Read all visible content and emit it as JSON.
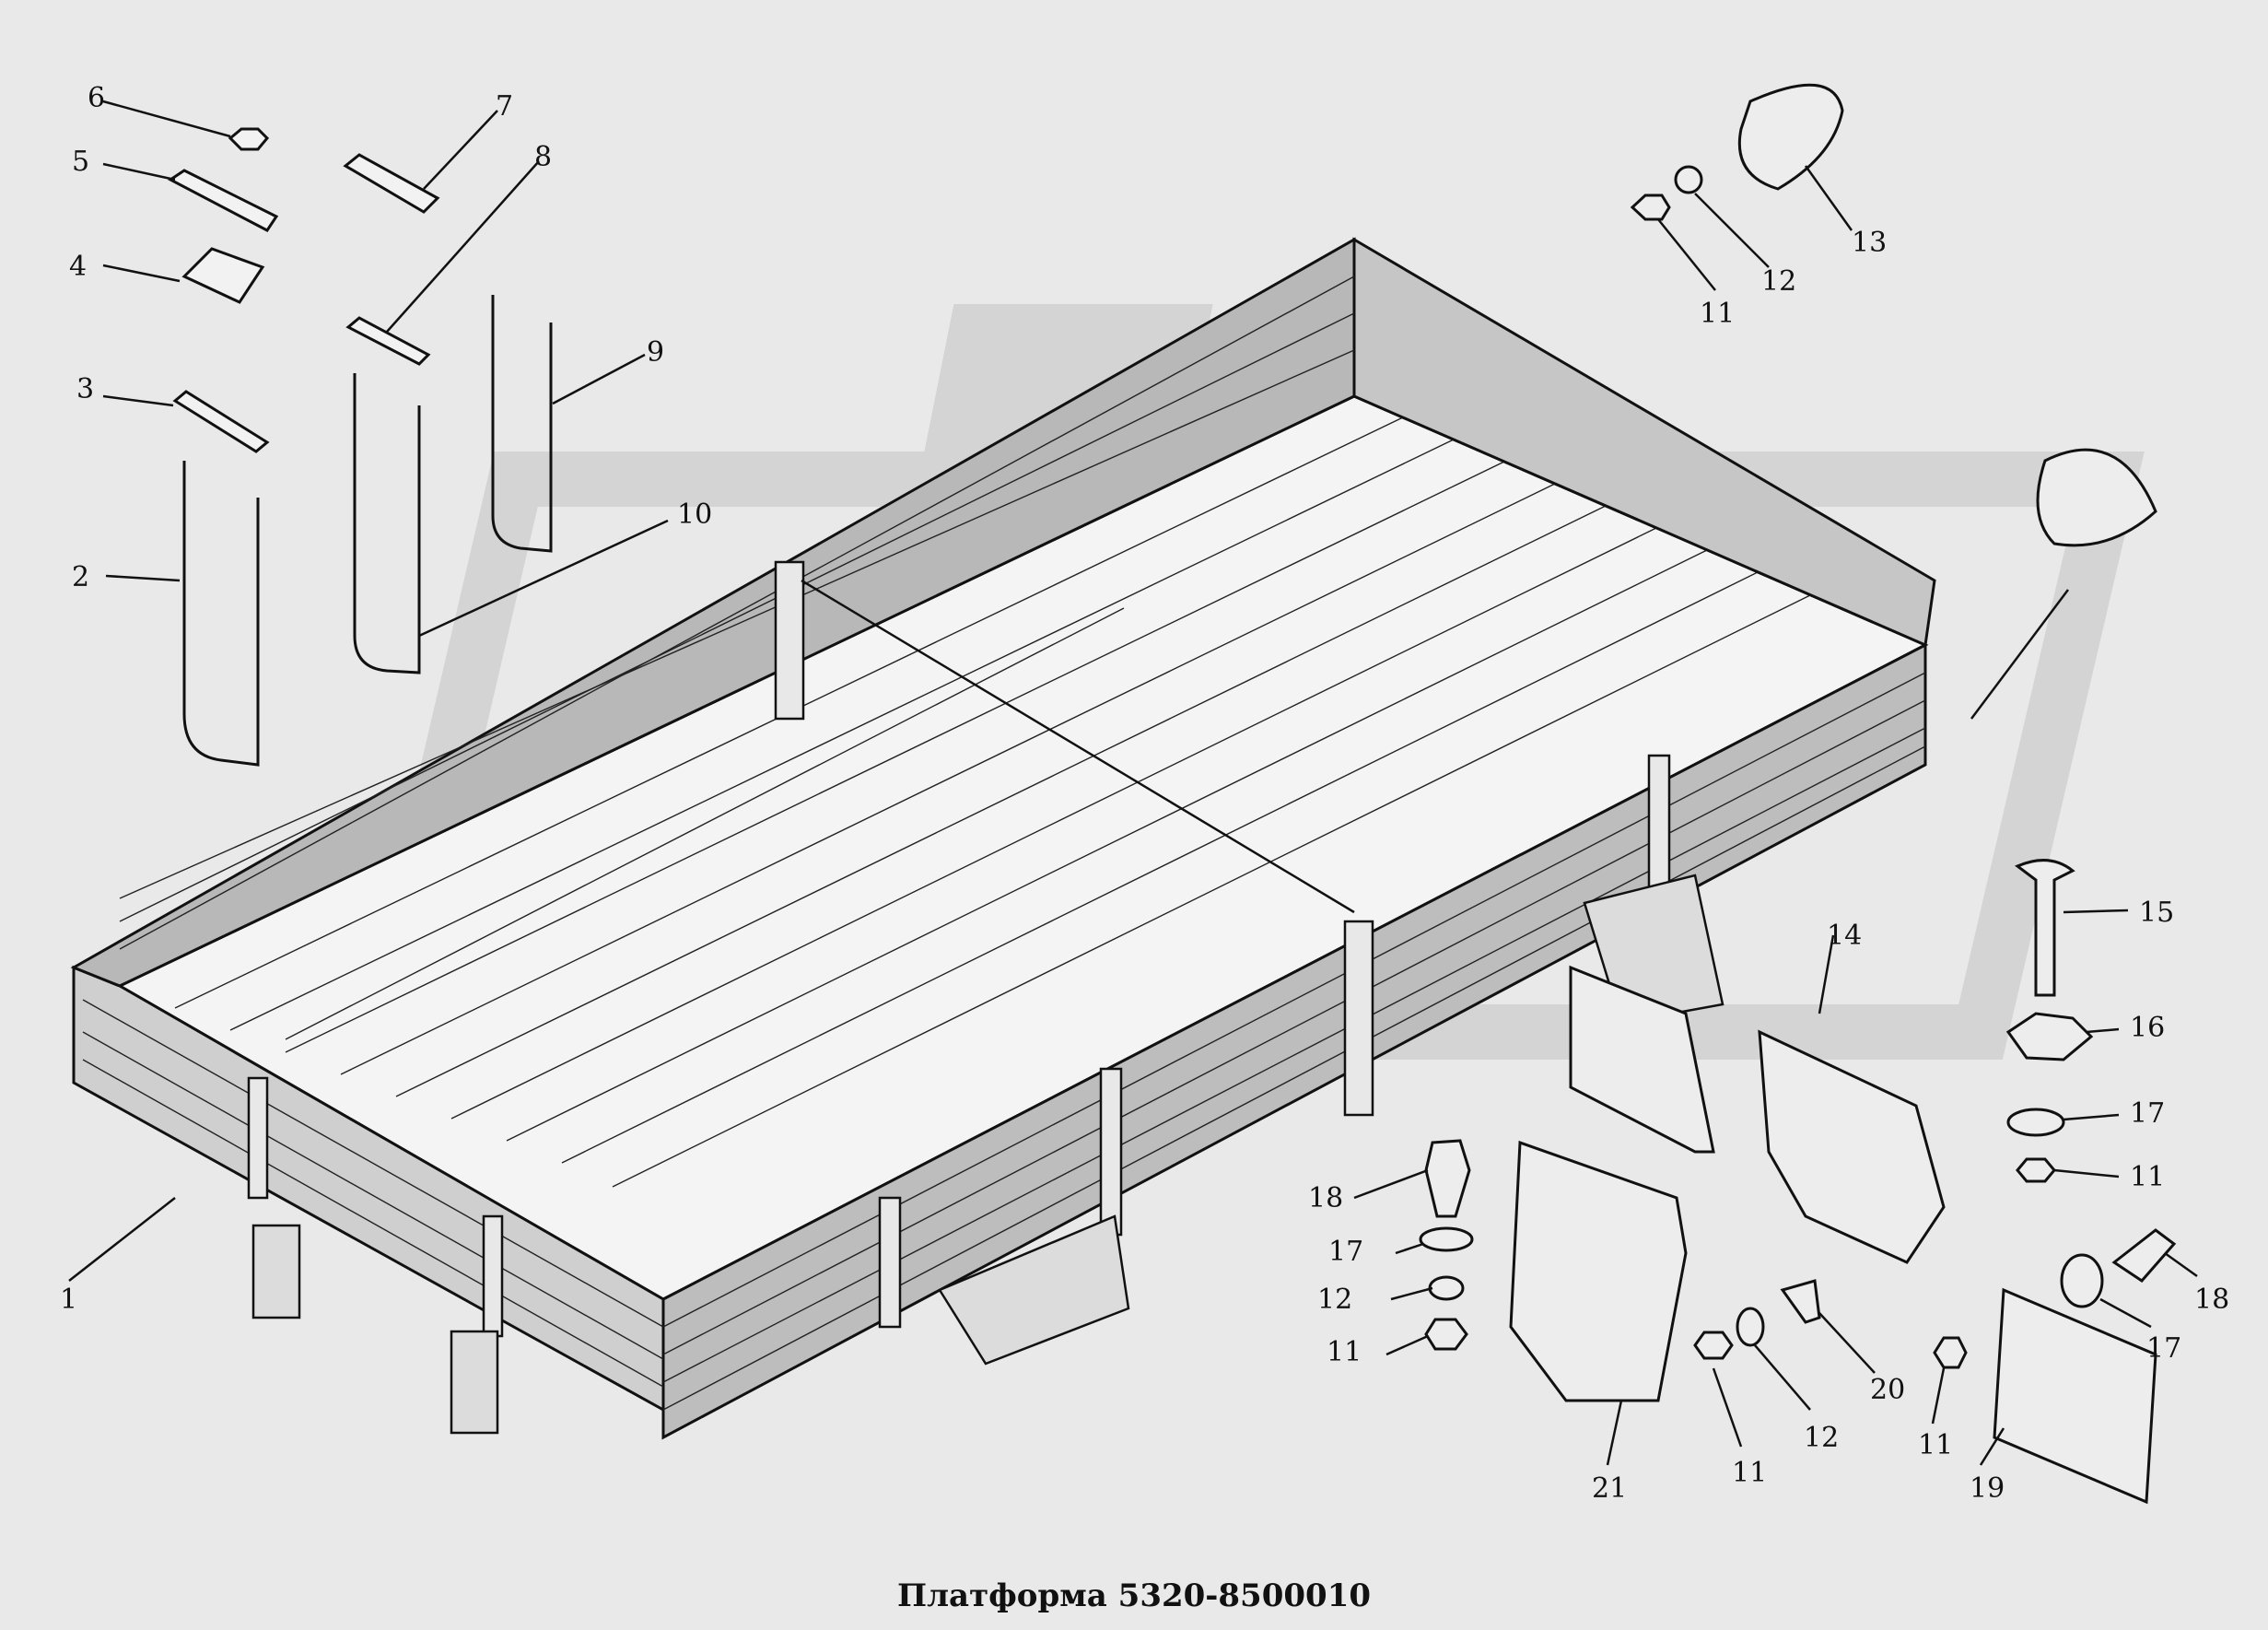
{
  "caption": "Платформа 5320-8500010",
  "colors": {
    "background": "#e9e9e9",
    "line": "#111111",
    "watermark": "#d2d2d2"
  },
  "callouts": [
    {
      "id": "c1",
      "text": "1"
    },
    {
      "id": "c2",
      "text": "2"
    },
    {
      "id": "c3",
      "text": "3"
    },
    {
      "id": "c4",
      "text": "4"
    },
    {
      "id": "c5",
      "text": "5"
    },
    {
      "id": "c6",
      "text": "6"
    },
    {
      "id": "c7",
      "text": "7"
    },
    {
      "id": "c8",
      "text": "8"
    },
    {
      "id": "c9",
      "text": "9"
    },
    {
      "id": "c10",
      "text": "10"
    },
    {
      "id": "c11a",
      "text": "11"
    },
    {
      "id": "c12a",
      "text": "12"
    },
    {
      "id": "c13",
      "text": "13"
    },
    {
      "id": "c14",
      "text": "14"
    },
    {
      "id": "c15",
      "text": "15"
    },
    {
      "id": "c16",
      "text": "16"
    },
    {
      "id": "c17a",
      "text": "17"
    },
    {
      "id": "c11b",
      "text": "11"
    },
    {
      "id": "c18a",
      "text": "18"
    },
    {
      "id": "c17b",
      "text": "17"
    },
    {
      "id": "c12b",
      "text": "12"
    },
    {
      "id": "c11c",
      "text": "11"
    },
    {
      "id": "c21",
      "text": "21"
    },
    {
      "id": "c11d",
      "text": "11"
    },
    {
      "id": "c12c",
      "text": "12"
    },
    {
      "id": "c20",
      "text": "20"
    },
    {
      "id": "c11e",
      "text": "11"
    },
    {
      "id": "c19",
      "text": "19"
    },
    {
      "id": "c17c",
      "text": "17"
    },
    {
      "id": "c18b",
      "text": "18"
    }
  ]
}
